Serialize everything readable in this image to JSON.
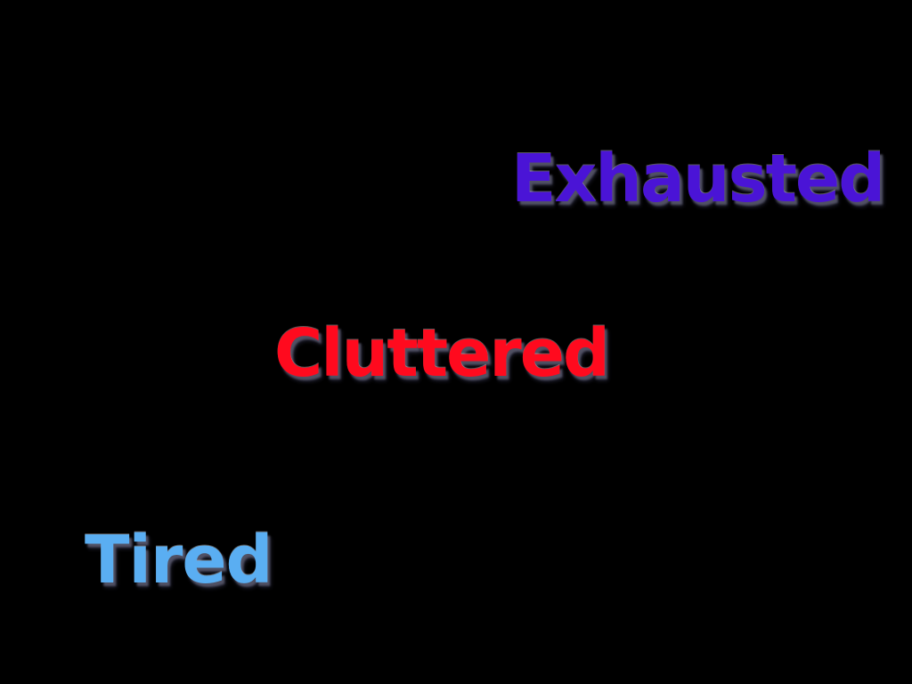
{
  "slide": {
    "background_color": "#000000",
    "words": {
      "exhausted": {
        "text": "Exhausted",
        "color": "#4a14d6"
      },
      "cluttered": {
        "text": "Cluttered",
        "color": "#ff0a1e"
      },
      "tired": {
        "text": "Tired",
        "color": "#5aaef2"
      }
    }
  }
}
